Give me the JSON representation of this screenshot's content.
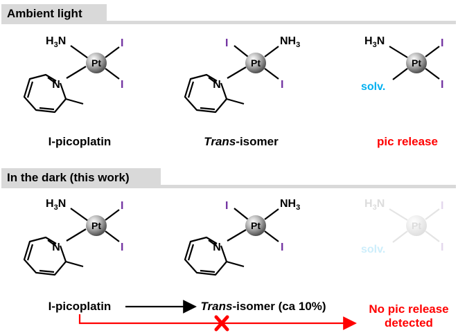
{
  "section_ambient": {
    "label": "Ambient light"
  },
  "section_dark": {
    "label": "In the dark (this work)"
  },
  "atoms": {
    "pt": "Pt",
    "iodide": "I",
    "n": "N",
    "h3": "H",
    "h3_sub": "3",
    "nh": "NH",
    "nh_sub": "3",
    "solvent": "solv."
  },
  "captions": {
    "ambient_1": "I-picoplatin",
    "ambient_2_italic": "Trans",
    "ambient_2_rest": "-isomer",
    "ambient_3": "pic release",
    "dark_1": "I-picoplatin",
    "dark_2_italic": "Trans",
    "dark_2_rest": "-isomer (ca 10%)",
    "dark_3_line1": "No pic release",
    "dark_3_line2": "detected"
  },
  "colors": {
    "band": "#d9d9d9",
    "iodide": "#7030a0",
    "solvent": "#00b0f0",
    "release": "#ff0000",
    "faded": "#dcdcdc"
  }
}
